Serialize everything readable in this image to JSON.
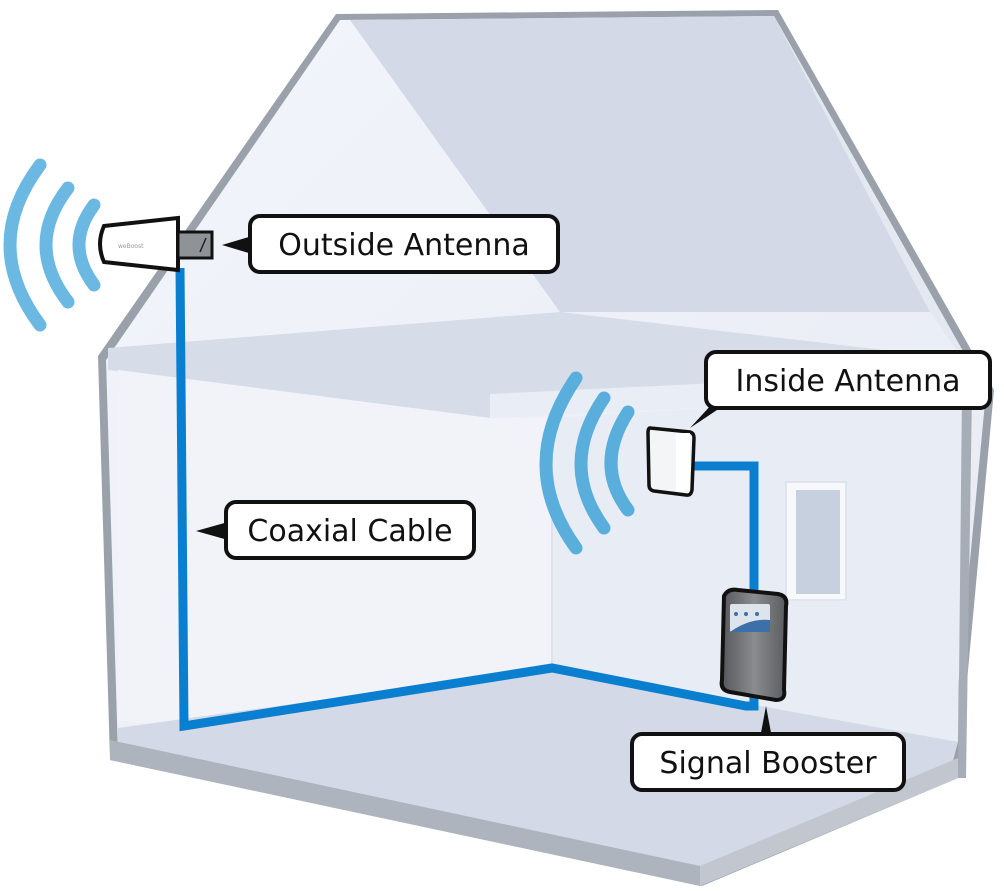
{
  "title": "Cell Signal Booster Installation Diagram",
  "labels": {
    "outside_antenna": "Outside Antenna",
    "inside_antenna": "Inside Antenna",
    "coaxial_cable": "Coaxial Cable",
    "signal_booster": "Signal Booster"
  },
  "colors": {
    "cable": "#0a7fd0",
    "signal_wave": "#6bb8e3",
    "wall_light": "#eef1f8",
    "roof_dark": "#d3d9e6",
    "outline_gray": "#9aa1aa",
    "booster_body": "#6c6e72"
  },
  "icons": {
    "outside_antenna": "yagi-antenna-icon",
    "inside_antenna": "panel-antenna-icon",
    "booster": "signal-booster-icon",
    "waves": "signal-waves-icon"
  }
}
